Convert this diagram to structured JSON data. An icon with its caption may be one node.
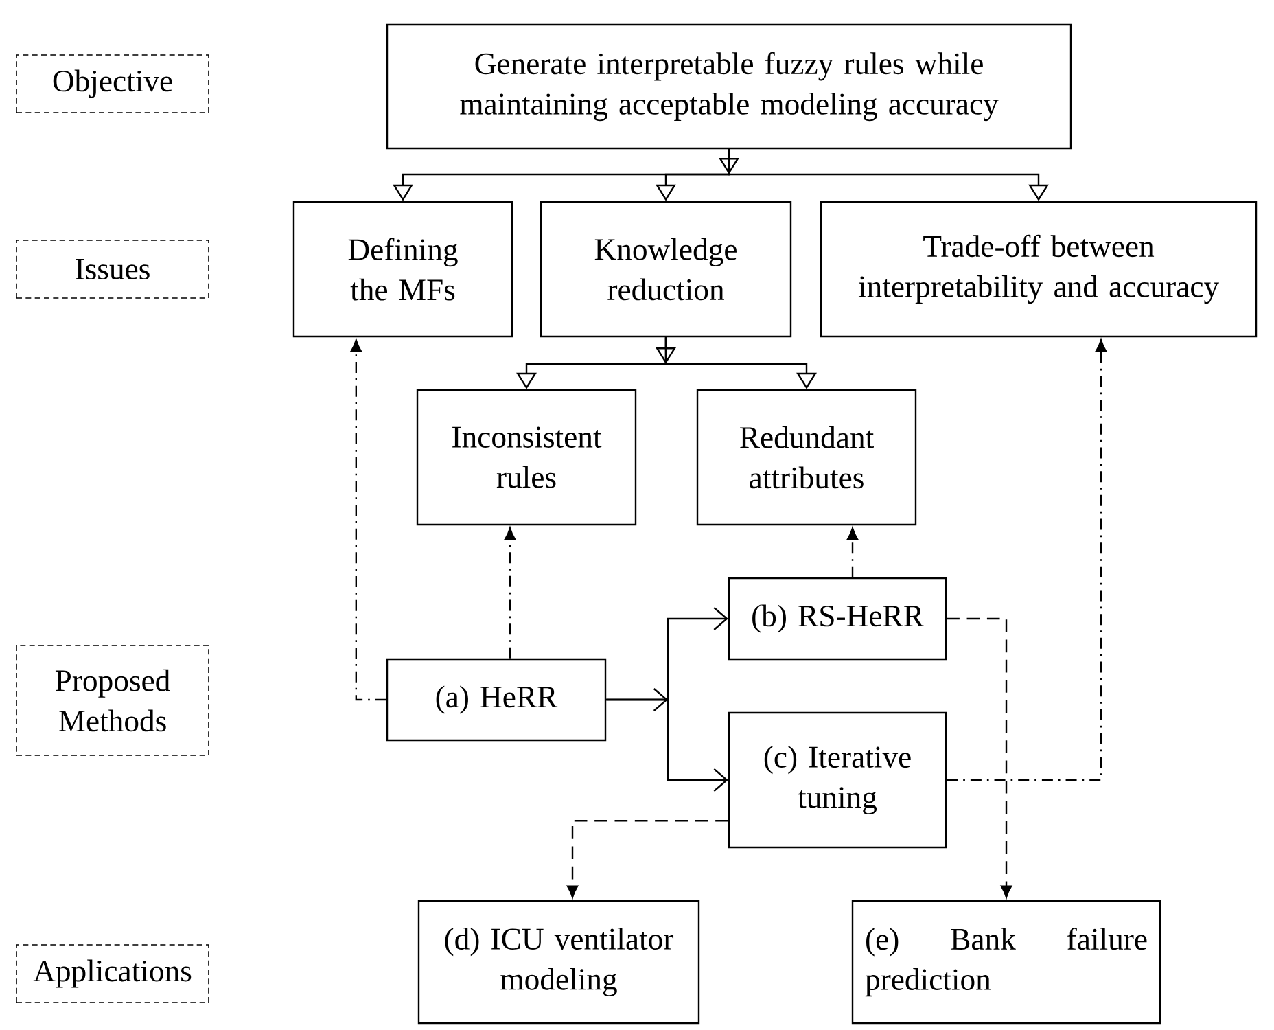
{
  "diagram": {
    "nodes": [
      {
        "text": [
          "Objective"
        ]
      },
      {
        "text": [
          "Generate interpretable fuzzy rules while maintaining acceptable modeling accuracy"
        ]
      },
      {
        "text": [
          "Issues"
        ]
      },
      {
        "text": [
          "Defining the MFs"
        ]
      },
      {
        "text": [
          "Knowledge reduction"
        ]
      },
      {
        "text": [
          "Trade-off between interpretability and accuracy"
        ]
      },
      {
        "text": [
          "Inconsistent rules"
        ]
      },
      {
        "text": [
          "Redundant attributes"
        ]
      },
      {
        "text": [
          "Proposed Methods"
        ]
      },
      {
        "text": [
          "(b) RS-HeRR"
        ]
      },
      {
        "text": [
          "(a) HeRR"
        ]
      },
      {
        "text": [
          "(c) Iterative tuning"
        ]
      },
      {
        "text": [
          "Applications"
        ]
      },
      {
        "text": [
          "(d) ICU ventilator modeling"
        ]
      },
      {
        "text": [
          "(e) Bank failure prediction"
        ]
      }
    ],
    "edges": [
      {
        "from": 1,
        "to": 3,
        "arrow": "to"
      },
      {
        "from": 1,
        "to": 4,
        "arrow": "to"
      },
      {
        "from": 1,
        "to": 5,
        "arrow": "to"
      },
      {
        "from": 4,
        "to": 6,
        "arrow": "to"
      },
      {
        "from": 4,
        "to": 7,
        "arrow": "to"
      },
      {
        "from": 10,
        "to": 3,
        "arrow": "to",
        "style": "dashed"
      },
      {
        "from": 10,
        "to": 6,
        "arrow": "to",
        "style": "dashed"
      },
      {
        "from": 10,
        "to": 9,
        "arrow": "to"
      },
      {
        "from": 10,
        "to": 11,
        "arrow": "to"
      },
      {
        "from": 9,
        "to": 7,
        "arrow": "to",
        "style": "dashed"
      },
      {
        "from": 11,
        "to": 5,
        "arrow": "to",
        "style": "dashed"
      },
      {
        "from": 11,
        "to": 13,
        "arrow": "to",
        "style": "dashed"
      },
      {
        "from": 9,
        "to": 14,
        "arrow": "to",
        "style": "dashed"
      }
    ]
  }
}
